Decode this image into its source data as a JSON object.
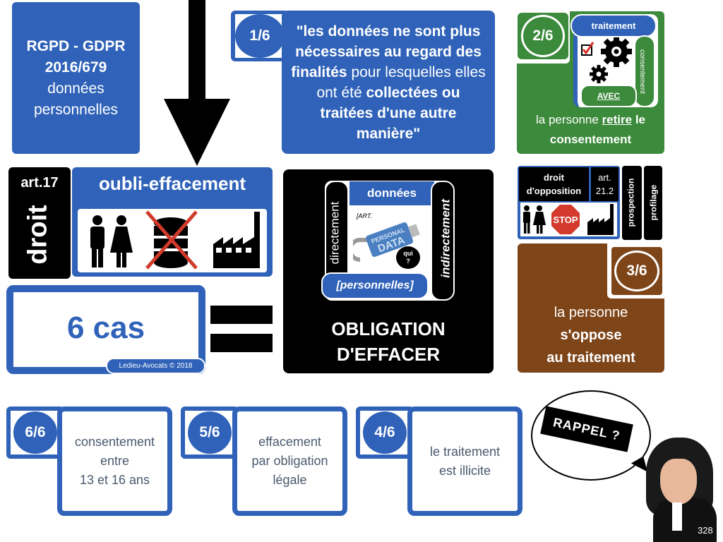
{
  "slide": {
    "page_number": "328",
    "colors": {
      "blue": "#2f62b8",
      "green": "#3c8a3b",
      "brown": "#7e4519",
      "black": "#000000",
      "case_text": "#4a5a6e"
    }
  },
  "rgpd": {
    "line1": "RGPD - GDPR",
    "line2": "2016/679",
    "line3": "données",
    "line4": "personnelles"
  },
  "right_of": {
    "article": "art.17",
    "label": "droit",
    "title": "oubli-effacement",
    "icons": [
      "man-icon",
      "woman-icon",
      "crossed-database-icon",
      "factory-icon"
    ]
  },
  "cases": {
    "title": "6 cas",
    "credit": "Ledieu-Avocats © 2018",
    "equals": "="
  },
  "obligation": {
    "donnees": "données",
    "directement": "directement",
    "indirectement": "indirectement",
    "personnelles": "[personnelles]",
    "usb_label_1": "PERSONAL",
    "usb_label_2": "DATA",
    "art_note": "[ART.",
    "qui": "qui",
    "qui_q": "?",
    "line1": "OBLIGATION",
    "line2": "D'EFFACER"
  },
  "case1": {
    "badge": "1/6",
    "text_bold1": "\"les données ne sont plus nécessaires au regard des finalités",
    "text_normal": " pour lesquelles elles ont été ",
    "text_bold2": "collectées ou traitées d'une autre manière\""
  },
  "case2": {
    "badge": "2/6",
    "traitement": "traitement",
    "consentement_vertical": "consentement",
    "avec": "AVEC",
    "text_normal": "la personne ",
    "text_bold_u": "retire",
    "text_bold": " le consentement"
  },
  "opposition": {
    "label_line1": "droit",
    "label_line2": "d'opposition",
    "art_line1": "art.",
    "art_line2": "21.2",
    "prospection": "prospection",
    "profilage": "profilage",
    "stop": "STOP"
  },
  "case3": {
    "badge": "3/6",
    "line1": "la personne",
    "line2": "s'oppose",
    "line3": "au traitement"
  },
  "case4": {
    "badge": "4/6",
    "line1": "le traitement",
    "line2": "est illicite"
  },
  "case5": {
    "badge": "5/6",
    "line1": "effacement",
    "line2": "par obligation",
    "line3": "légale"
  },
  "case6": {
    "badge": "6/6",
    "line1": "consentement",
    "line2": "entre",
    "line3": "13 et 16 ans"
  },
  "reminder": {
    "bubble_text": "RAPPEL ?"
  }
}
